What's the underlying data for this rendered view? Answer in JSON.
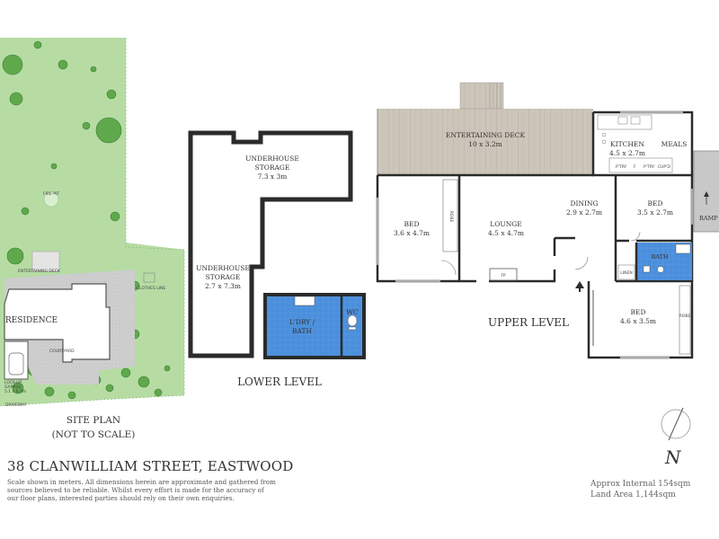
{
  "site_plan": {
    "title_line1": "SITE PLAN",
    "title_line2": "(NOT TO SCALE)",
    "residence": "RESIDENCE",
    "entertaining_deck": "ENTERTAINING DECK",
    "courtyard": "COURTYARD",
    "clothes_line": "CLOTHES LINE",
    "fire_pit": "FIRE PIT",
    "garage_line1": "LOCK-UP",
    "garage_line2": "GARAGE",
    "garage_line3": "5.1 x 6.1m",
    "driveway": "DRIVEWAY"
  },
  "lower_level": {
    "label": "LOWER LEVEL",
    "rooms": [
      {
        "name": "UNDERHOUSE",
        "line2": "STORAGE",
        "dims": "7.3 x 3m"
      },
      {
        "name": "UNDERHOUSE",
        "line2": "STORAGE",
        "dims": "2.7 x 7.3m"
      },
      {
        "name": "L'DRY /",
        "line2": "BATH"
      },
      {
        "name": "WC"
      }
    ]
  },
  "upper_level": {
    "label": "UPPER LEVEL",
    "rooms": [
      {
        "name": "ENTERTAINING DECK",
        "dims": "10 x 3.2m"
      },
      {
        "name": "KITCHEN",
        "dims": "4.5 x 2.7m"
      },
      {
        "name": "MEALS"
      },
      {
        "name": "BED",
        "dims": "3.6 x 4.7m"
      },
      {
        "name": "LOUNGE",
        "dims": "4.5 x 4.7m"
      },
      {
        "name": "DINING",
        "dims": "2.9 x 2.7m"
      },
      {
        "name": "BED",
        "dims": "3.5 x 2.7m"
      },
      {
        "name": "BATH"
      },
      {
        "name": "BED",
        "dims": "4.6 x 3.5m"
      }
    ],
    "labels": {
      "robe": "ROBE",
      "fp": "FP",
      "linen": "LINEN",
      "ramp": "RAMP",
      "pantry1": "P'TRY",
      "pantry2": "P'TRY",
      "fridge": "F",
      "cupboard": "CUP'D"
    }
  },
  "compass": {
    "north": "N"
  },
  "footer": {
    "title": "38 CLANWILLIAM STREET, EASTWOOD",
    "disclaimer": "Scale shown in meters. All dimensions herein are approximate and gathered from sources believed to be  reliable. Whilst every effort is made for the accuracy of our floor plans, interested parties should rely on their own enquiries.",
    "internal_area": "Approx Internal 154sqm",
    "land_area": "Land Area 1,144sqm"
  },
  "colors": {
    "grass": "#b5dca3",
    "wet_area": "#4a90d9",
    "deck": "#c8c0b4",
    "wall": "#2b2b2b",
    "paving": "#c4c4c4"
  }
}
